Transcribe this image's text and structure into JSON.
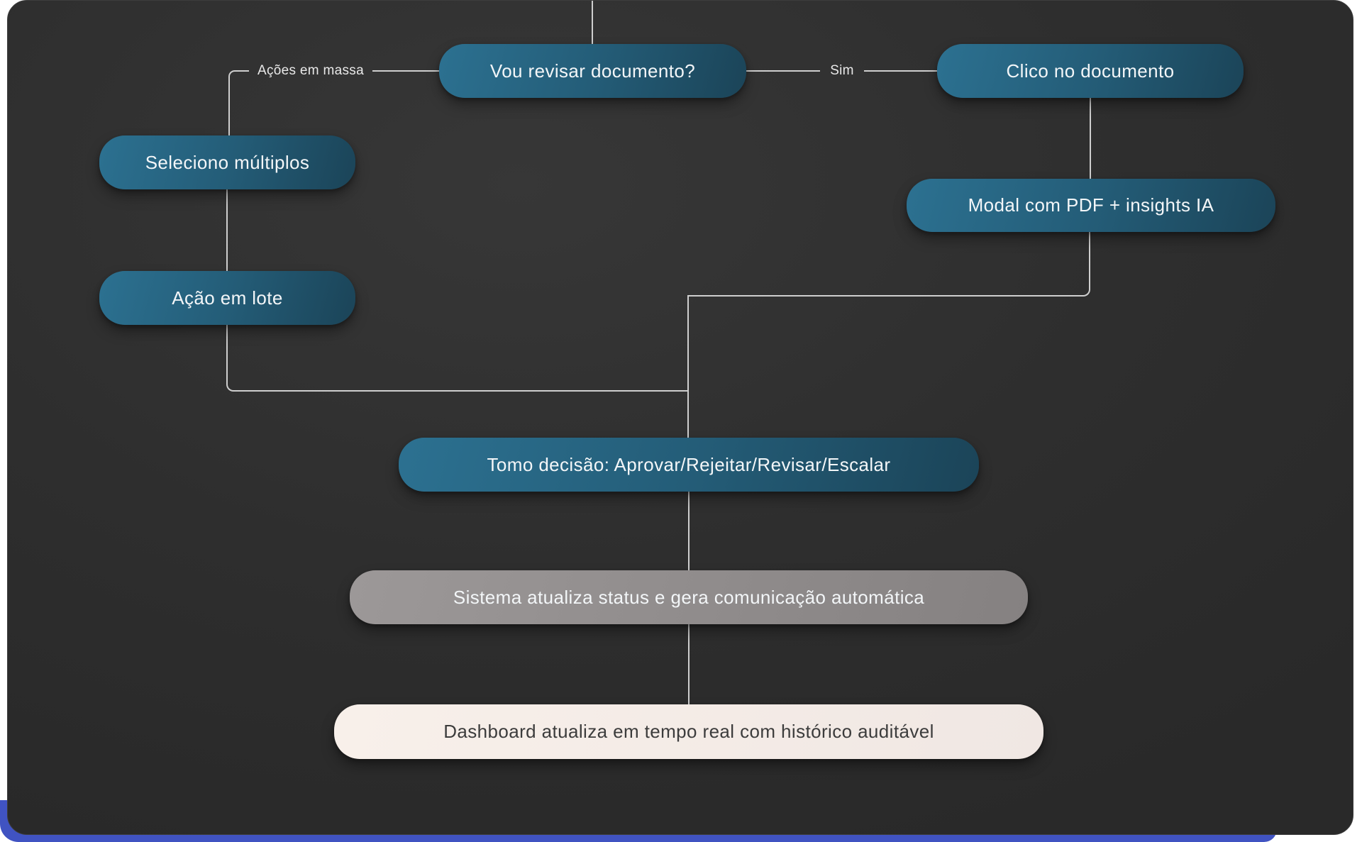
{
  "diagram": {
    "nodes": {
      "review_question": {
        "label": "Vou revisar documento?"
      },
      "click_document": {
        "label": "Clico no documento"
      },
      "select_multiple": {
        "label": "Seleciono múltiplos"
      },
      "modal_pdf": {
        "label": "Modal com PDF + insights IA"
      },
      "batch_action": {
        "label": "Ação em lote"
      },
      "decision": {
        "label": "Tomo decisão: Aprovar/Rejeitar/Revisar/Escalar"
      },
      "system_update": {
        "label": "Sistema atualiza status e gera comunicação automática"
      },
      "dashboard": {
        "label": "Dashboard atualiza em tempo real com histórico auditável"
      }
    },
    "edge_labels": {
      "bulk_actions": {
        "text": "Ações em massa"
      },
      "yes": {
        "text": "Sim"
      }
    },
    "colors": {
      "panel_background": "#2e2e2e",
      "node_teal_start": "#2c7191",
      "node_teal_end": "#1b4458",
      "node_gray": "#8f8b8b",
      "node_cream": "#f5ece7",
      "connector": "#cfcfcf",
      "accent_blue": "#4053c2",
      "node_text_light": "#f3f6f8",
      "node_text_dark": "#3c3c3c"
    }
  }
}
